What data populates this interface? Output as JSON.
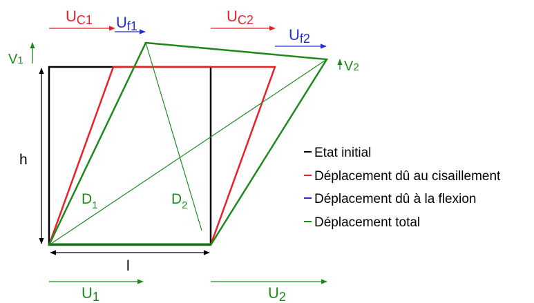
{
  "colors": {
    "initial": "#000000",
    "shear": "#e8202a",
    "flexion": "#1f2fd0",
    "total": "#1e8a1e"
  },
  "labels": {
    "uc1_main": "U",
    "uc1_sub": "C1",
    "uf1_main": "U",
    "uf1_sub": "f1",
    "uc2_main": "U",
    "uc2_sub": "C2",
    "uf2_main": "U",
    "uf2_sub": "f2",
    "v1_main": "V",
    "v1_sub": "1",
    "v2_main": "V",
    "v2_sub": "2",
    "h": "h",
    "l": "l",
    "d1_main": "D",
    "d1_sub": "1",
    "d2_main": "D",
    "d2_sub": "2",
    "u1_main": "U",
    "u1_sub": "1",
    "u2_main": "U",
    "u2_sub": "2"
  },
  "legend": [
    {
      "label": "Etat initial",
      "color": "#000000"
    },
    {
      "label": "Déplacement dû au cisaillement",
      "color": "#e8202a"
    },
    {
      "label": "Déplacement dû à la flexion",
      "color": "#1f2fd0"
    },
    {
      "label": "Déplacement total",
      "color": "#1e8a1e"
    }
  ]
}
